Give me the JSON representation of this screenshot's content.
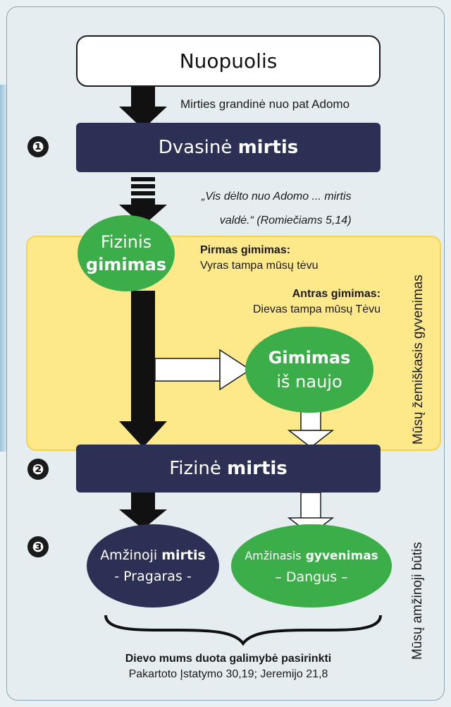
{
  "colors": {
    "navy": "#2d3055",
    "green": "#3cae49",
    "yellow_zone": "#fde98a",
    "black_arrow": "#111111",
    "white_arrow": "#ffffff"
  },
  "top_box": {
    "label": "Nuopuolis"
  },
  "chain_caption": "Mirties grandinė nuo pat Adomo",
  "spiritual_death": {
    "number": "❶",
    "word": "Dvasinė",
    "bold": "mirtis"
  },
  "quote": {
    "line1": "„Vis dėlto nuo Adomo ... mirtis",
    "line2": "valdė.“ (Romiečiams 5,14)"
  },
  "physical_birth": {
    "line1": "Fizinis",
    "line2": "gimimas"
  },
  "first_birth": {
    "heading": "Pirmas gimimas:",
    "text": "Vyras tampa mūsų tėvu"
  },
  "second_birth": {
    "heading": "Antras gimimas:",
    "text": "Dievas tampa mūsų Tėvu"
  },
  "new_birth": {
    "line1": "Gimimas",
    "line2": "iš naujo"
  },
  "earthly_life_label": "Mūsų žemiškasis gyvenimas",
  "physical_death": {
    "number": "❷",
    "word": "Fizinė",
    "bold": "mirtis"
  },
  "eternity_label": "Mūsų amžinoji būtis",
  "eternal_death": {
    "number": "❸",
    "word": "Amžinoji",
    "bold": "mirtis",
    "place": "- Pragaras -"
  },
  "eternal_life": {
    "word": "Amžinasis",
    "bold": "gyvenimas",
    "place": "– Dangus –"
  },
  "choice": {
    "heading": "Dievo mums duota galimybė pasirinkti",
    "reference": "Pakartoto Įstatymo 30,19; Jeremijo 21,8"
  }
}
